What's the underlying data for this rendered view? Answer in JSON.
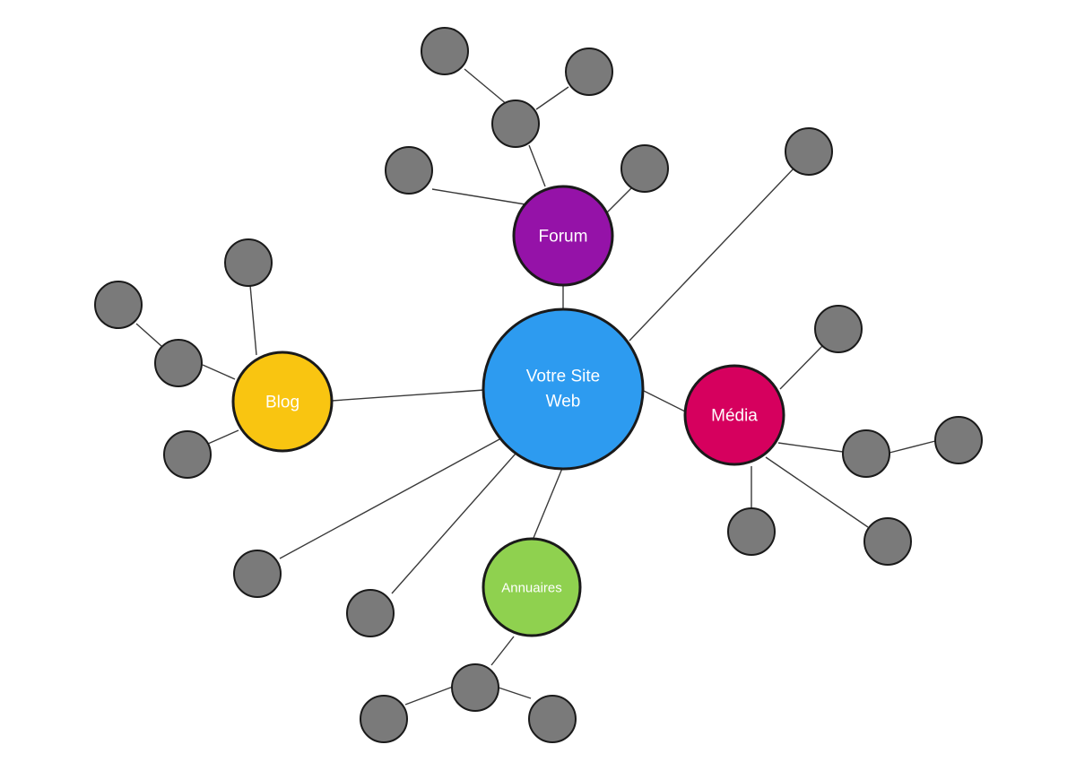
{
  "colors": {
    "center": "#2d9bf0",
    "forum": "#9512a8",
    "blog": "#f9c511",
    "media": "#d6005e",
    "annuaires": "#8fd14f",
    "leaf": "#7a7a7a",
    "edge": "#3a3a3a"
  },
  "nodes": {
    "center": {
      "label_line1": "Votre Site",
      "label_line2": "Web"
    },
    "forum": {
      "label": "Forum"
    },
    "blog": {
      "label": "Blog"
    },
    "media": {
      "label": "Média"
    },
    "annuaires": {
      "label": "Annuaires"
    }
  }
}
